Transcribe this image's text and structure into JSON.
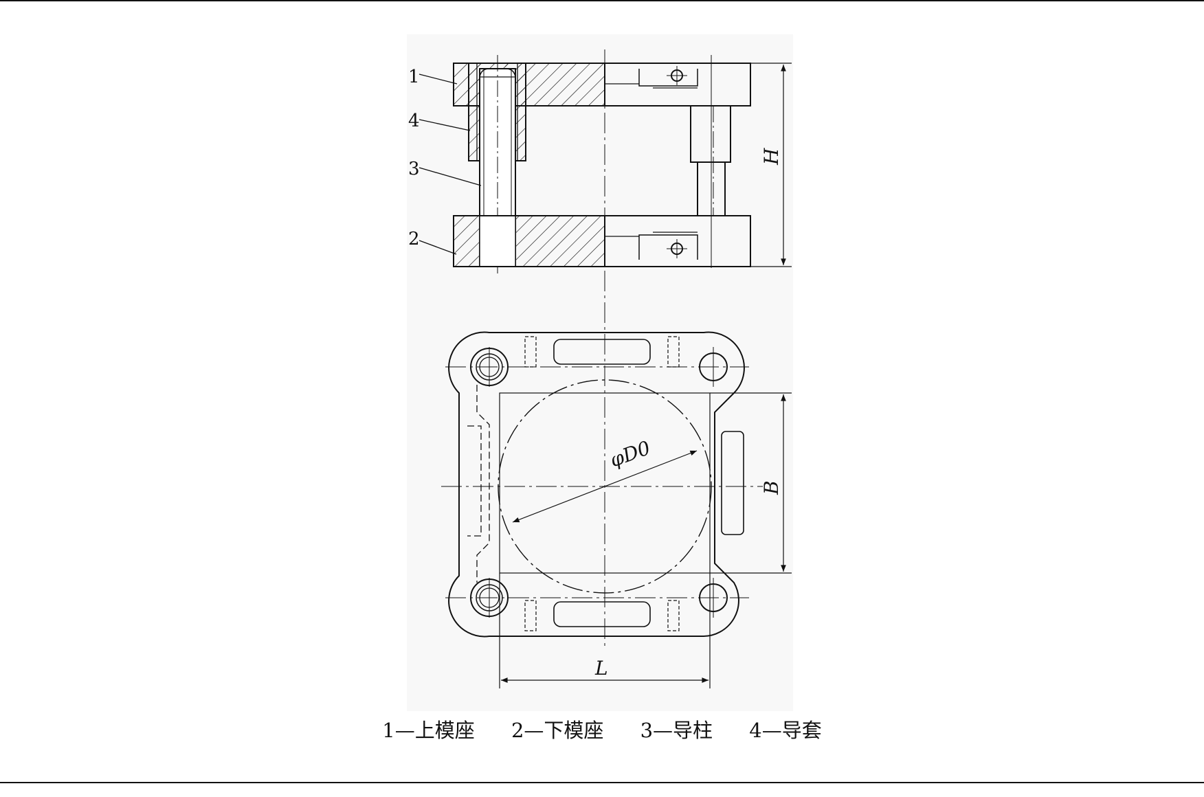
{
  "labels": {
    "part1": "1",
    "part2": "2",
    "part3": "3",
    "part4": "4",
    "dim_H": "H",
    "dim_B": "B",
    "dim_L": "L",
    "dim_D0": "φD0"
  },
  "caption": [
    "1—上模座",
    "2—下模座",
    "3—导柱",
    "4—导套"
  ],
  "colors": {
    "ink": "#111111",
    "paper": "#ffffff",
    "scan_tint": "#f7f7f7"
  }
}
